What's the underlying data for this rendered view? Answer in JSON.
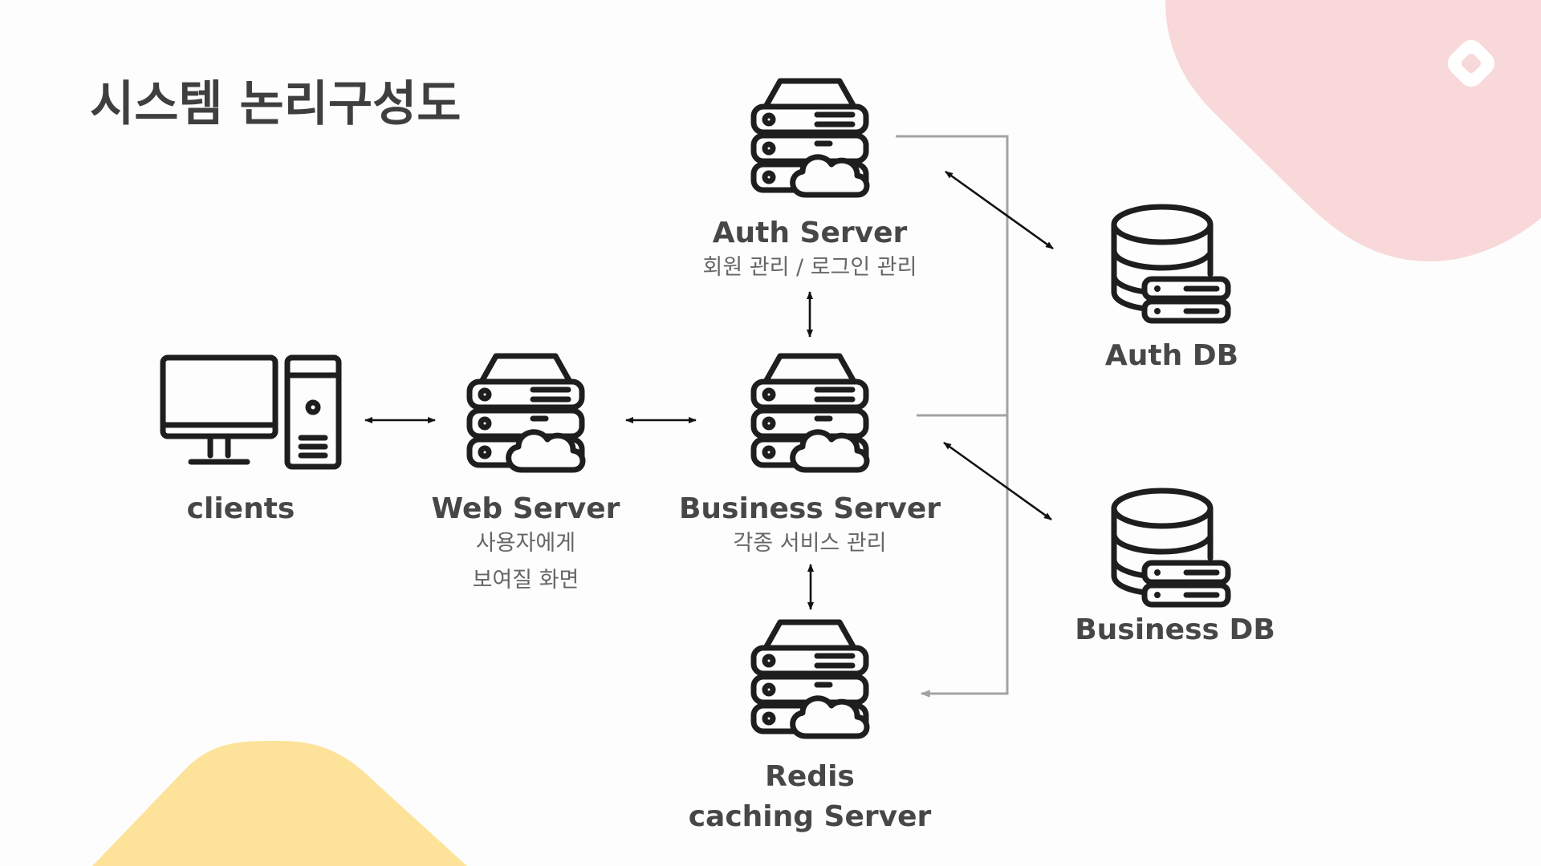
{
  "slide": {
    "title": "시스템 논리구성도",
    "colors": {
      "blob_pink": "#f8d8d8",
      "blob_yellow": "#fde39a",
      "text": "#474747",
      "subtext": "#666666",
      "icon": "#1e1e1e",
      "connector": "#a3a3a3"
    }
  },
  "nodes": {
    "clients": {
      "label": "clients",
      "icon": "desktop-computer-icon"
    },
    "web_server": {
      "label": "Web Server",
      "desc_line1": "사용자에게",
      "desc_line2": "보여질 화면",
      "icon": "cloud-server-icon"
    },
    "auth_server": {
      "label": "Auth Server",
      "desc": "회원 관리 / 로그인 관리",
      "icon": "cloud-server-icon"
    },
    "business_server": {
      "label": "Business Server",
      "desc": "각종 서비스 관리",
      "icon": "cloud-server-icon"
    },
    "redis_server": {
      "label_line1": "Redis",
      "label_line2": "caching Server",
      "icon": "cloud-server-icon"
    },
    "auth_db": {
      "label": "Auth DB",
      "icon": "database-icon"
    },
    "business_db": {
      "label": "Business DB",
      "icon": "database-icon"
    }
  },
  "edges": [
    {
      "from": "clients",
      "to": "web_server",
      "direction": "both"
    },
    {
      "from": "web_server",
      "to": "business_server",
      "direction": "both"
    },
    {
      "from": "auth_server",
      "to": "business_server",
      "direction": "both"
    },
    {
      "from": "business_server",
      "to": "redis_server",
      "direction": "both"
    },
    {
      "from": "auth_server",
      "to": "auth_db",
      "direction": "both"
    },
    {
      "from": "business_server",
      "to": "business_db",
      "direction": "both"
    }
  ]
}
